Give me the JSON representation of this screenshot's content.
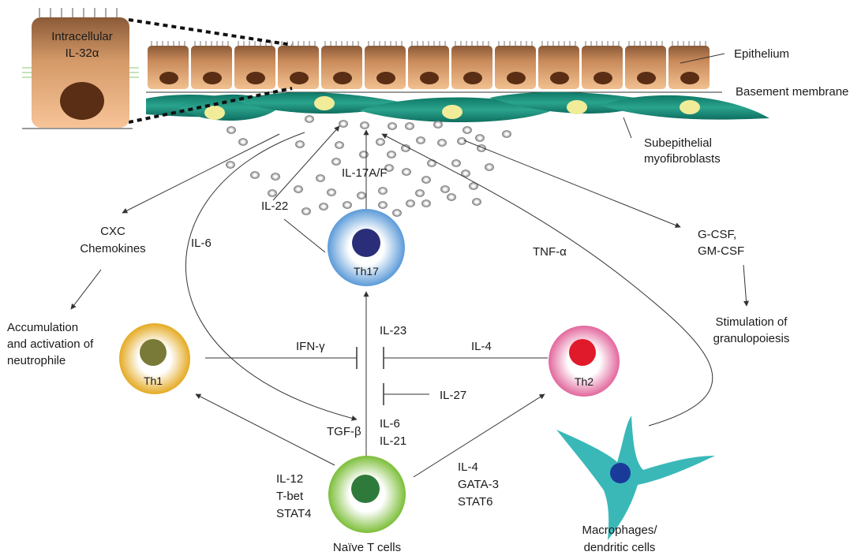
{
  "labels": {
    "intracellular_line1": "Intracellular",
    "intracellular_line2": "IL-32α",
    "epithelium": "Epithelium",
    "basement_membrane": "Basement membrane",
    "myofibroblasts_line1": "Subepithelial",
    "myofibroblasts_line2": "myofibroblasts",
    "il17af": "IL-17A/F",
    "il22": "IL-22",
    "il6_left": "IL-6",
    "tnfa": "TNF-α",
    "cxc_line1": "CXC",
    "cxc_line2": "Chemokines",
    "accum_line1": "Accumulation",
    "accum_line2": "and activation of",
    "accum_line3": "neutrophile",
    "gcsf_line1": "G-CSF,",
    "gcsf_line2": "GM-CSF",
    "stim_line1": "Stimulation of",
    "stim_line2": "granulopoiesis",
    "th17": "Th17",
    "th1": "Th1",
    "th2": "Th2",
    "ifng": "IFN-γ",
    "il23": "IL-23",
    "il4_top": "IL-4",
    "il27": "IL-27",
    "tgfb": "TGF-β",
    "il6_center": "IL-6",
    "il21": "IL-21",
    "il12": "IL-12",
    "tbet": "T-bet",
    "stat4": "STAT4",
    "il4_bottom": "IL-4",
    "gata3": "GATA-3",
    "stat6": "STAT6",
    "naive": "Naïve T cells",
    "macro_line1": "Macrophages/",
    "macro_line2": "dendritic cells"
  },
  "colors": {
    "epithelial_cell": "#c98a5a",
    "nucleus": "#5a2e14",
    "myofibroblast": "#2a9a88",
    "th17": "#7fb2e0",
    "th1": "#e8b83a",
    "th2": "#e878a8",
    "naive": "#8cc850",
    "dendritic": "#3ab8b8"
  }
}
